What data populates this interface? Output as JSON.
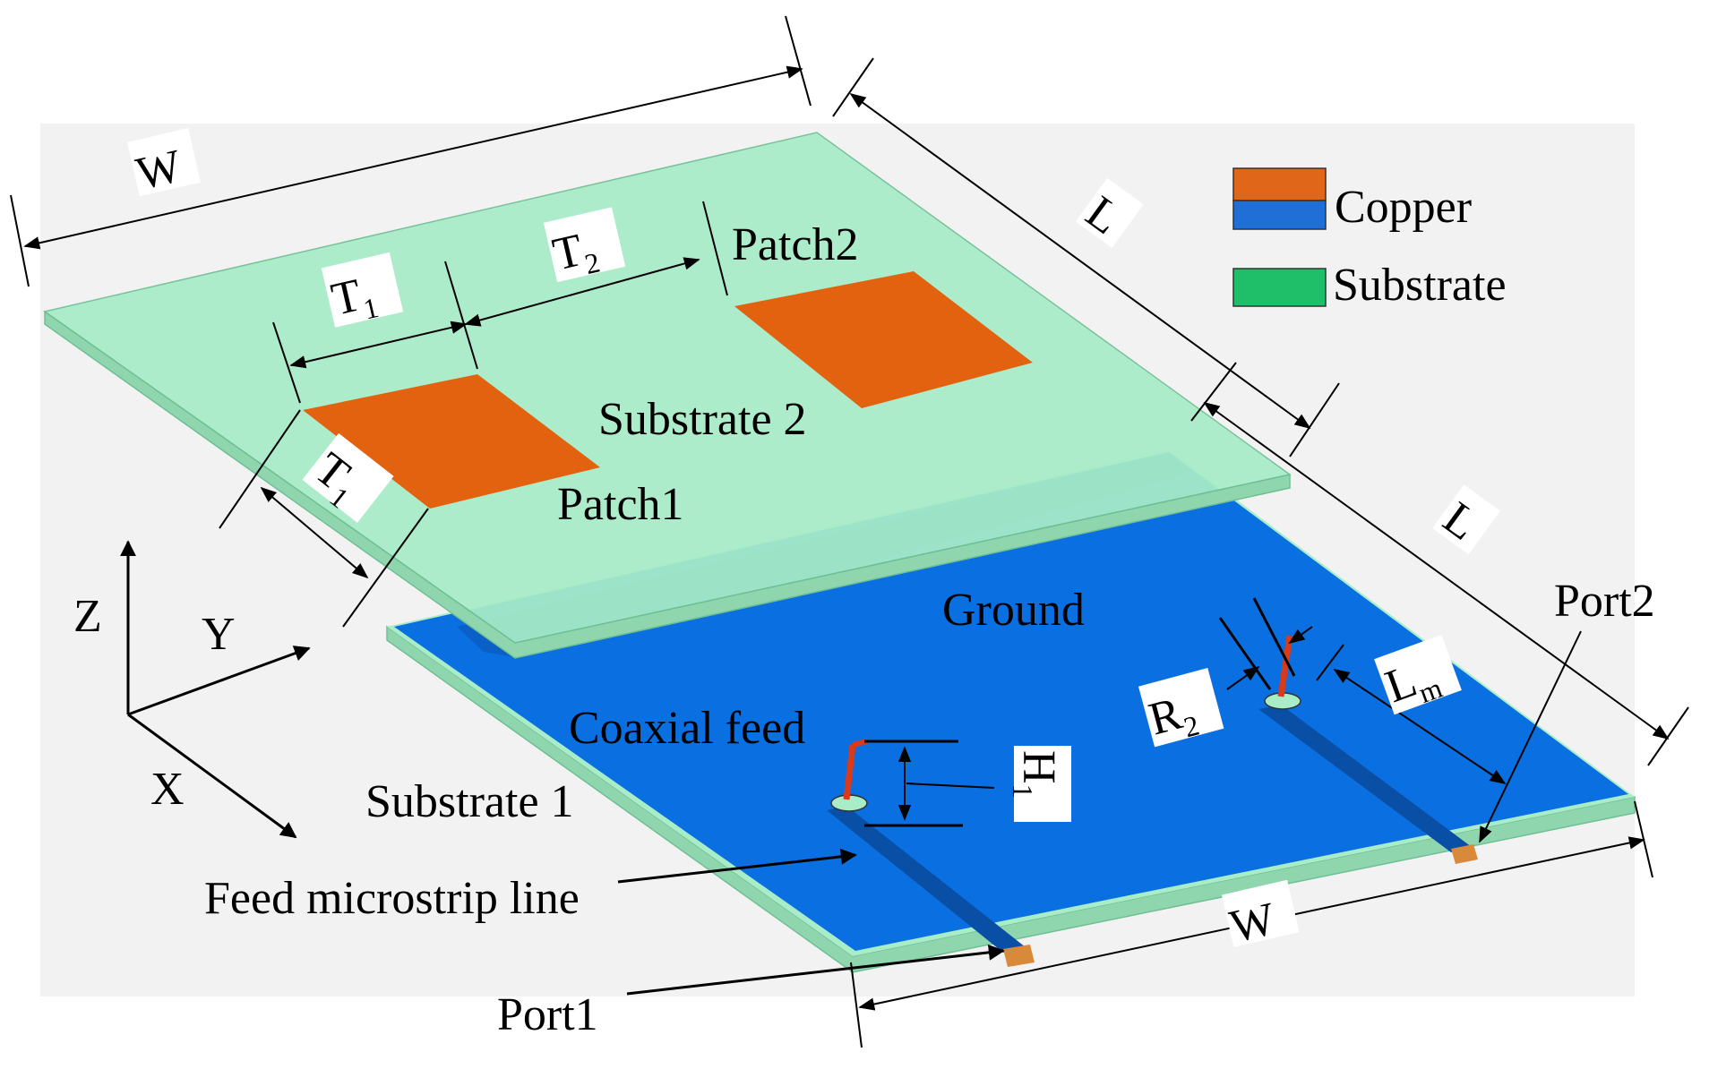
{
  "legend": {
    "copper_label": "Copper",
    "substrate_label": "Substrate",
    "copper_top_color": "#e0661a",
    "copper_bottom_color": "#1f6fd6",
    "substrate_color": "#1fbf6a"
  },
  "colors": {
    "background_panel": "#f2f2f2",
    "substrate": "#a8ecc8",
    "substrate_edge": "#6fbf95",
    "ground": "#0a6fe0",
    "ground_dark": "#0a55b0",
    "patch": "#e2620f",
    "feed_pin": "#d93a1a"
  },
  "labels": {
    "w_top": "W",
    "l_top": "L",
    "l_bottom": "L",
    "w_bottom": "W",
    "t1_top": "T",
    "t1_top_sub": "1",
    "t2": "T",
    "t2_sub": "2",
    "t1_side": "T",
    "t1_side_sub": "1",
    "patch1": "Patch1",
    "patch2": "Patch2",
    "substrate2": "Substrate 2",
    "ground": "Ground",
    "coaxial_feed": "Coaxial feed",
    "substrate1": "Substrate 1",
    "feed_line": "Feed microstrip line",
    "port1": "Port1",
    "port2": "Port2",
    "h1": "H",
    "h1_sub": "1",
    "r2": "R",
    "r2_sub": "2",
    "lm": "L",
    "lm_sub": "m",
    "axis_z": "Z",
    "axis_y": "Y",
    "axis_x": "X"
  }
}
